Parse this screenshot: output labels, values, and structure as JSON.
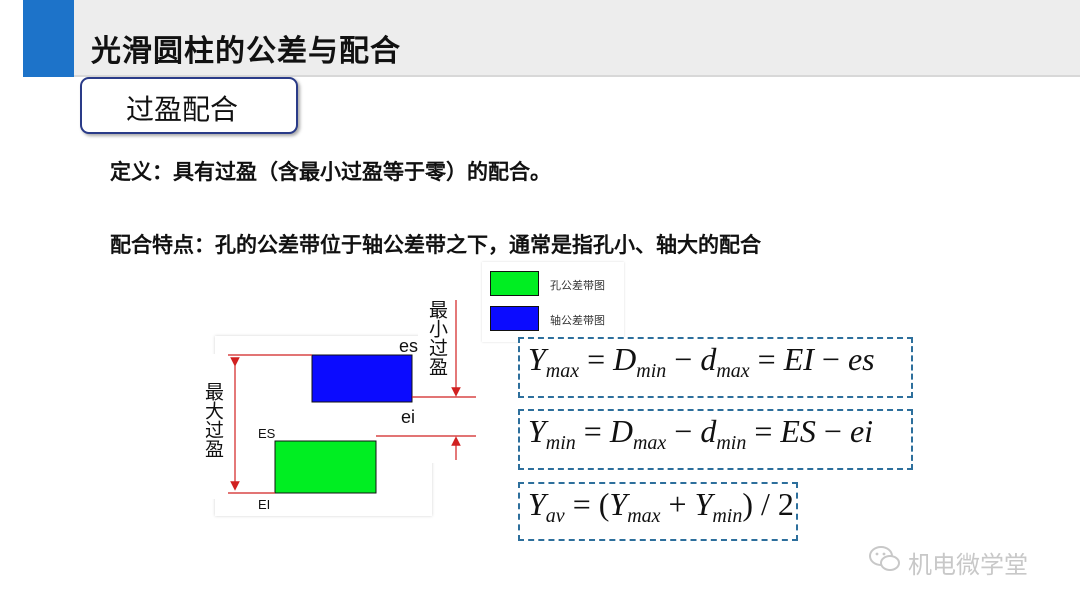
{
  "header": {
    "title": "光滑圆柱的公差与配合"
  },
  "subtitle": "过盈配合",
  "definition": "定义：具有过盈（含最小过盈等于零）的配合。",
  "characteristic": "配合特点：孔的公差带位于轴公差带之下，通常是指孔小、轴大的配合",
  "legend": [
    {
      "label": "孔公差带图",
      "color": "#00ee22"
    },
    {
      "label": "轴公差带图",
      "color": "#0b0bff"
    }
  ],
  "diagram": {
    "label_max_interference": "最大过盈",
    "label_min_interference": "最小过盈",
    "es": "es",
    "ei": "ei",
    "ES": "ES",
    "EI": "EI"
  },
  "formulas": [
    {
      "lhs": "Y",
      "lhs_sub": "max",
      "t1": "D",
      "t1_sub": "min",
      "t2": "d",
      "t2_sub": "max",
      "t3": "EI",
      "t4": "es"
    },
    {
      "lhs": "Y",
      "lhs_sub": "min",
      "t1": "D",
      "t1_sub": "max",
      "t2": "d",
      "t2_sub": "min",
      "t3": "ES",
      "t4": "ei"
    },
    {
      "lhs": "Y",
      "lhs_sub": "av",
      "a": "Y",
      "a_sub": "max",
      "b": "Y",
      "b_sub": "min",
      "divisor": "2"
    }
  ],
  "watermark": "机电微学堂",
  "icons": [
    "wechat-icon"
  ]
}
